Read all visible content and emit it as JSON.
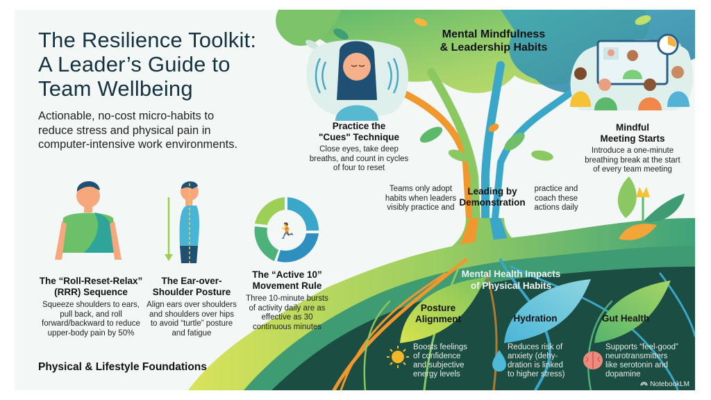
{
  "header": {
    "title_lines": [
      "The Resilience Toolkit:",
      "A Leader’s Guide to",
      "Team Wellbeing"
    ],
    "subtitle_lines": [
      "Actionable, no-cost micro-habits to",
      "reduce stress and physical pain in",
      "computer-intensive work environments."
    ]
  },
  "mental": {
    "section_title_lines": [
      "Mental Mindfulness",
      "& Leadership Habits"
    ],
    "cues": {
      "icon": "meditating-woman-icon",
      "title_lines": [
        "Practice the",
        "\"Cues\" Technique"
      ],
      "body_lines": [
        "Close eyes, take deep",
        "breaths, and count in cycles",
        "of four to reset"
      ]
    },
    "meeting": {
      "icon": "video-meeting-stopwatch-icon",
      "title_lines": [
        "Mindful",
        "Meeting Starts"
      ],
      "body_lines": [
        "Introduce a one-minute",
        "breathing break at the start",
        "of every team meeting"
      ]
    },
    "leading": {
      "title_lines": [
        "Leading by",
        "Demonstration"
      ],
      "left_lines": [
        "Teams only adopt",
        "habits when leaders",
        "visibly practice and"
      ],
      "right_lines": [
        "practice and",
        "coach these",
        "actions daily"
      ]
    }
  },
  "physical": {
    "section_title": "Physical & Lifestyle Foundations",
    "items": [
      {
        "icon": "shoulder-roll-person-icon",
        "title_lines": [
          "The “Roll-Reset-Relax”",
          "(RRR) Sequence"
        ],
        "body_lines": [
          "Squeeze shoulders to ears,",
          "pull back, and roll",
          "forward/backward to reduce",
          "upper-body pain by 50%"
        ]
      },
      {
        "icon": "posture-alignment-person-icon",
        "title_lines": [
          "The Ear-over-",
          "Shoulder Posture"
        ],
        "body_lines": [
          "Align ears over shoulders",
          "and shoulders over hips",
          "to avoid “turtle” posture",
          "and fatigue"
        ]
      },
      {
        "icon": "active-ten-ring-icon",
        "title_lines": [
          "The “Active 10”",
          "Movement Rule"
        ],
        "body_lines": [
          "Three 10-minute bursts",
          "of activity daily are as",
          "effective as 30",
          "continuous minutes"
        ]
      }
    ]
  },
  "impacts": {
    "section_title_lines": [
      "Mental Health Impacts",
      "of Physical Habits"
    ],
    "items": [
      {
        "label_lines": [
          "Posture",
          "Alignment"
        ],
        "icon": "sun-icon",
        "body_lines": [
          "Boosts feelings",
          "of confidence",
          "and subjective",
          "energy levels"
        ]
      },
      {
        "label_lines": [
          "Hydration"
        ],
        "icon": "water-drop-icon",
        "body_lines": [
          "Reduces risk of",
          "anxiety (dehy-",
          "dration is linked",
          "to higher stress)"
        ]
      },
      {
        "label_lines": [
          "Gut Health"
        ],
        "icon": "brain-icon",
        "body_lines": [
          "Supports “feel-good”",
          "neurotransmitters",
          "like serotonin and",
          "dopamine"
        ]
      }
    ]
  },
  "branding": {
    "label": "NotebookLM"
  },
  "colors": {
    "background": "#f3f7f6",
    "title": "#14323f",
    "soil": "#1c4d42",
    "leaf_green": "#8cc862",
    "root_orange": "#f0982e",
    "root_blue": "#3aa7c9"
  }
}
